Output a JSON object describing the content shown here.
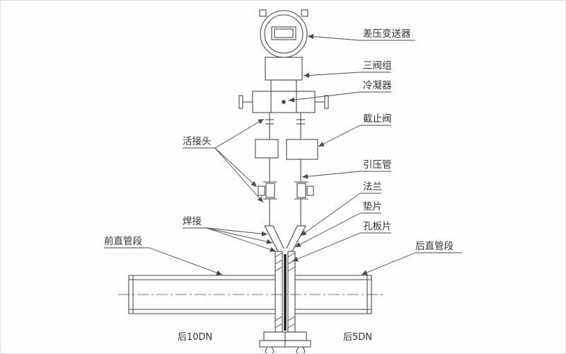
{
  "labels": {
    "transmitter": "差压变送器",
    "manifold": "三阀组",
    "condenser": "冷凝器",
    "stop_valve": "截止阀",
    "union_joint": "活接头",
    "impulse_pipe": "引压管",
    "flange": "法兰",
    "gasket": "垫片",
    "welding": "焊接",
    "orifice_plate": "孔板片",
    "front_straight_pipe": "前直管段",
    "rear_straight_pipe": "后直管段",
    "left_pipe_note": "后10DN",
    "right_pipe_note": "后5DN"
  },
  "colors": {
    "line": "#4a4a4a",
    "label_text": "#333333",
    "orifice_dark": "#1c1c1c",
    "background": "#fefefe",
    "border": "#dcdcdc"
  }
}
